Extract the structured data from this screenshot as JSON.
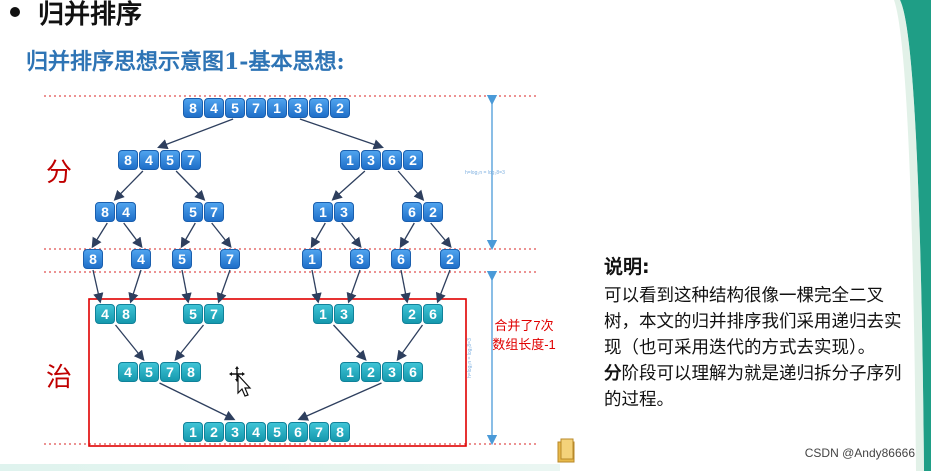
{
  "heading": "归并排序",
  "subtitle": "归并排序思想示意图1-基本思想:",
  "labels": {
    "divide": "分",
    "conquer": "治"
  },
  "height_formula": "h=log₂n = log₂8=3",
  "merge_note": [
    "合并了7次",
    "数组长度-1"
  ],
  "explanation": {
    "title": "说明:",
    "para1": "可以看到这种结构很像一棵完全二叉树，本文的归并排序我们采用递归去实现（也可采用迭代的方式去实现）。",
    "para2_bold": "分",
    "para2_rest": "阶段可以理解为就是递归拆分子序列的过程。"
  },
  "watermark": "CSDN @Andy86666",
  "diagram": {
    "divide_levels": [
      [
        [
          "8",
          "4",
          "5",
          "7",
          "1",
          "3",
          "6",
          "2"
        ]
      ],
      [
        [
          "8",
          "4",
          "5",
          "7"
        ],
        [
          "1",
          "3",
          "6",
          "2"
        ]
      ],
      [
        [
          "8",
          "4"
        ],
        [
          "5",
          "7"
        ],
        [
          "1",
          "3"
        ],
        [
          "6",
          "2"
        ]
      ],
      [
        [
          "8"
        ],
        [
          "4"
        ],
        [
          "5"
        ],
        [
          "7"
        ],
        [
          "1"
        ],
        [
          "3"
        ],
        [
          "6"
        ],
        [
          "2"
        ]
      ]
    ],
    "conquer_levels": [
      [
        [
          "4",
          "8"
        ],
        [
          "5",
          "7"
        ],
        [
          "1",
          "3"
        ],
        [
          "2",
          "6"
        ]
      ],
      [
        [
          "4",
          "5",
          "7",
          "8"
        ],
        [
          "1",
          "2",
          "3",
          "6"
        ]
      ],
      [
        [
          "1",
          "2",
          "3",
          "4",
          "5",
          "6",
          "7",
          "8"
        ]
      ]
    ]
  },
  "colors": {
    "divide": "#2f86dc",
    "conquer": "#23aec3",
    "arrow": "#2e3f5e",
    "guide": "#e05050",
    "box": "#e00000",
    "measure": "#4a9ad8"
  }
}
